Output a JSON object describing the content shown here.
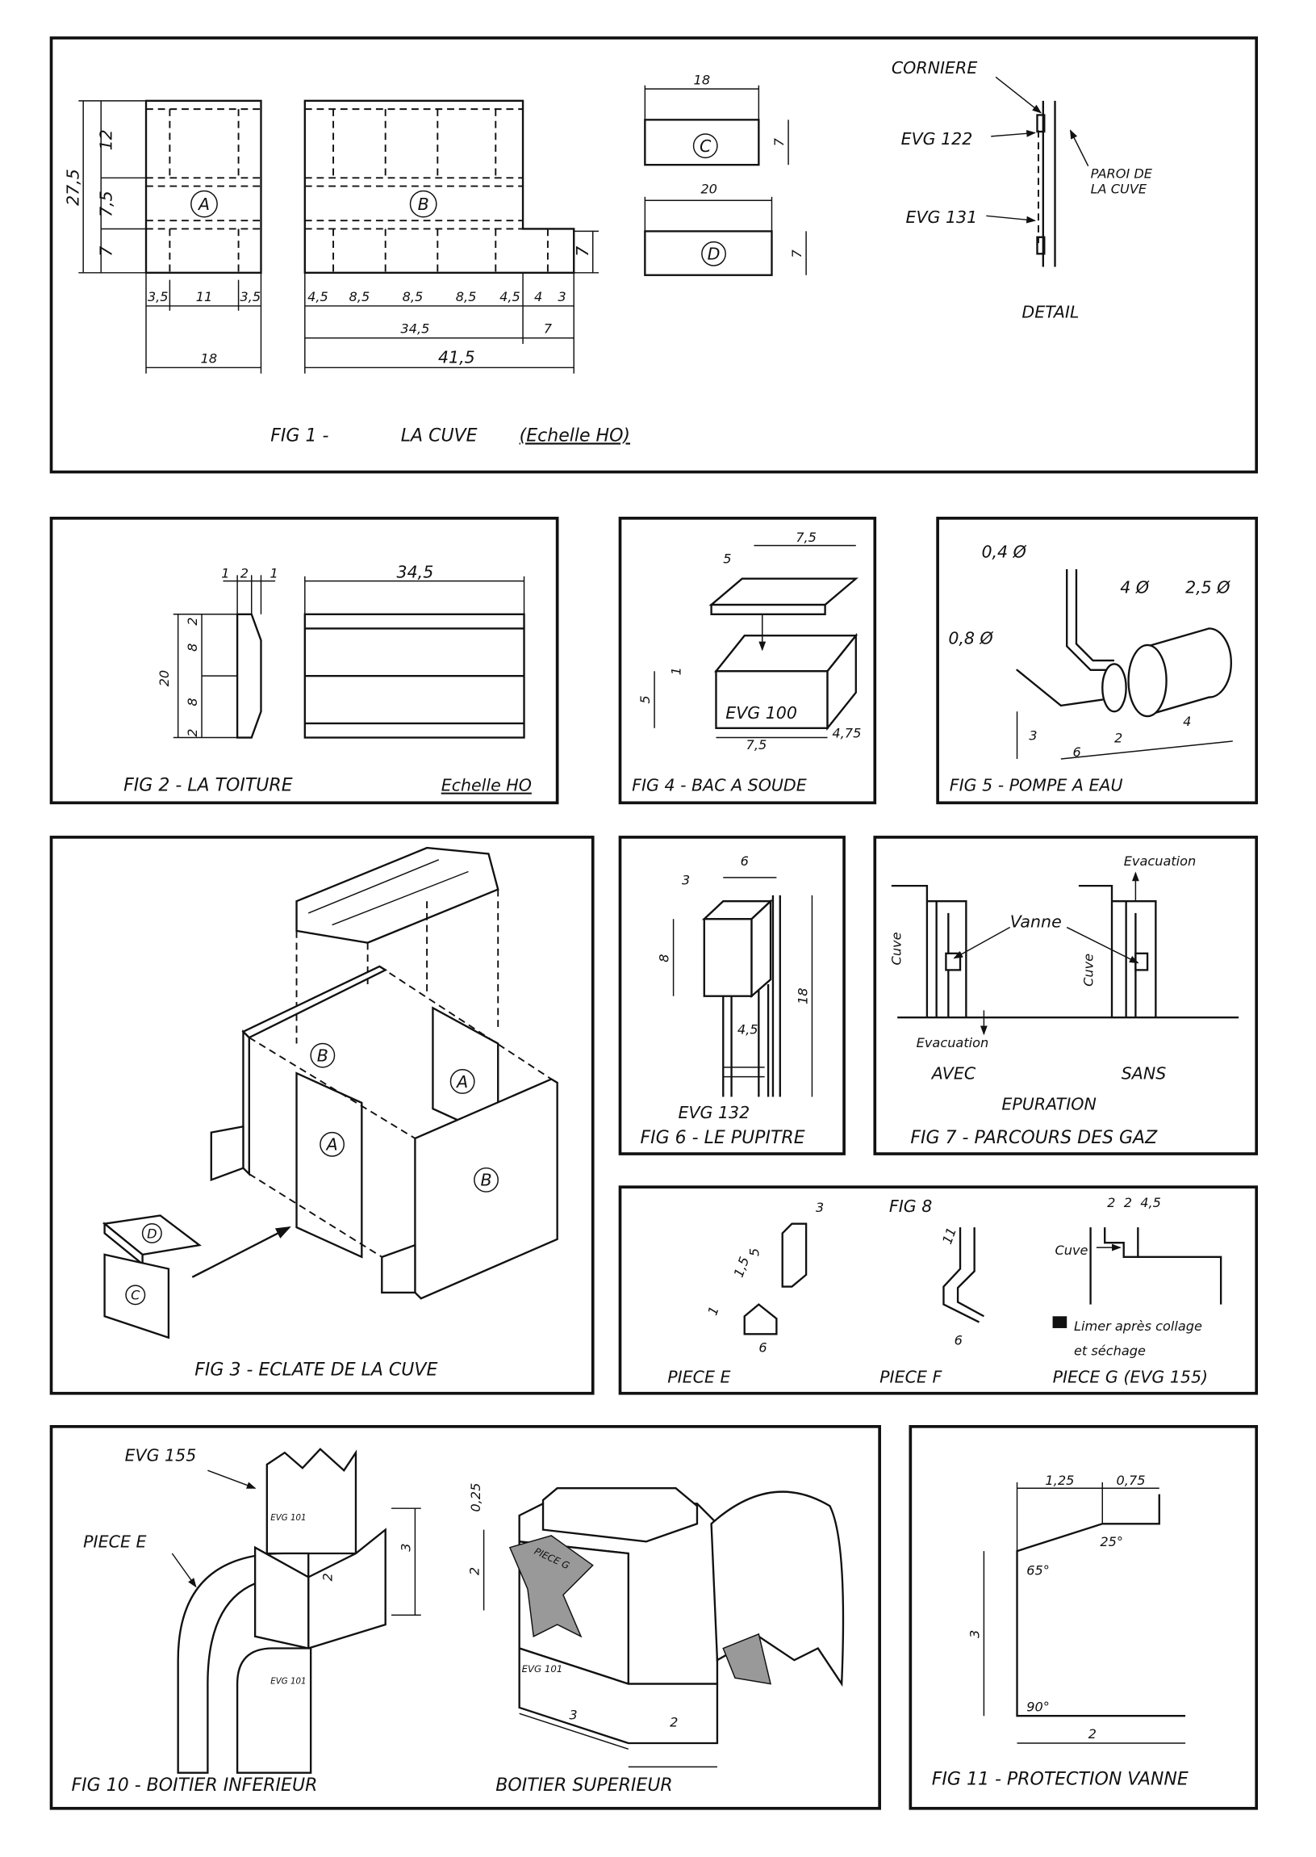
{
  "fig1": {
    "caption_num": "FIG 1  -",
    "caption_title": "LA CUVE",
    "caption_scale": "(Echelle HO)",
    "dims_a": {
      "total": "27,5",
      "h1": "12",
      "h2": "7,5",
      "h3": "7",
      "w1": "3,5",
      "w2": "11",
      "w3": "3,5",
      "width": "18"
    },
    "dims_b": {
      "w": [
        "4,5",
        "8,5",
        "8,5",
        "8,5",
        "4,5",
        "4",
        "3"
      ],
      "sub1": "34,5",
      "sub2": "7",
      "total": "41,5",
      "step_h": "7"
    },
    "dims_c": {
      "w": "18",
      "h": "7"
    },
    "dims_d": {
      "w": "20",
      "h": "7"
    },
    "labels": {
      "a": "A",
      "b": "B",
      "c": "C",
      "d": "D"
    },
    "detail": {
      "corniere": "CORNIERE",
      "evg122": "EVG 122",
      "evg131": "EVG 131",
      "paroi1": "PAROI   DE",
      "paroi2": "LA  CUVE",
      "title": "DETAIL"
    }
  },
  "fig2": {
    "caption": "FIG  2   -  LA     TOITURE",
    "scale": "Echelle HO",
    "dims": {
      "d1": "1",
      "d2": "2",
      "d3": "1",
      "len": "34,5",
      "h": "20",
      "a": "2",
      "b": "8",
      "c": "8",
      "d": "2"
    }
  },
  "fig4": {
    "caption": "FIG 4 - BAC A SOUDE",
    "part": "EVG 100",
    "dims": {
      "lid_w": "7,5",
      "lid_d": "5",
      "h": "5",
      "step": "1",
      "w": "7,5",
      "d": "4,75"
    }
  },
  "fig5": {
    "caption": "FIG 5 - POMPE A EAU",
    "dims": {
      "d04": "0,4 Ø",
      "d08": "0,8 Ø",
      "d4": "4 Ø",
      "d25": "2,5 Ø",
      "a": "3",
      "b": "6",
      "c": "2",
      "d": "4"
    }
  },
  "fig3": {
    "caption": "FIG  3  -  ECLATE   DE  LA  CUVE",
    "labels": {
      "a1": "A",
      "a2": "A",
      "b1": "B",
      "b2": "B",
      "c": "C",
      "d": "D"
    }
  },
  "fig6": {
    "caption": "FIG 6 -  LE  PUPITRE",
    "part": "EVG  132",
    "dims": {
      "w": "6",
      "d": "3",
      "h": "8",
      "total": "18",
      "leg": "4,5"
    }
  },
  "fig7": {
    "caption": "FIG 7 - PARCOURS  DES  GAZ",
    "evac_top": "Evacuation",
    "evac_bottom": "Evacuation",
    "vanne": "Vanne",
    "cuve1": "Cuve",
    "cuve2": "Cuve",
    "avec": "AVEC",
    "sans": "SANS",
    "epuration": "EPURATION"
  },
  "fig8": {
    "title": "FIG 8",
    "piece_e": "PIECE   E",
    "piece_f": "PIECE   F",
    "piece_g": "PIECE  G (EVG 155)",
    "note1": "Limer après collage",
    "note2": "et séchage",
    "cuve": "Cuve",
    "dims_e": {
      "a": "3",
      "b": "5",
      "c": "1,5",
      "d": "1",
      "e": "6"
    },
    "dims_f": {
      "a": "11",
      "b": "6"
    },
    "dims_g": {
      "a": "2",
      "b": "2",
      "c": "4,5"
    }
  },
  "fig10": {
    "caption": "FIG 10 -  BOITIER   INFERIEUR",
    "caption2": "BOITIER  SUPERIEUR",
    "evg155": "EVG 155",
    "piece_e": "PIECE  E",
    "evg101a": "EVG 101",
    "evg101b": "EVG 101",
    "evg101c": "EVG 101",
    "piece_g": "PIECE G",
    "dims": {
      "a": "3",
      "b": "2",
      "c": "0,25",
      "d": "2",
      "e": "3",
      "f": "2"
    }
  },
  "fig11": {
    "caption": "FIG 11  -  PROTECTION  VANNE",
    "dims": {
      "a": "1,25",
      "b": "0,75",
      "h": "3",
      "w": "2",
      "ang1": "65°",
      "ang2": "25°",
      "ang3": "90°"
    }
  }
}
